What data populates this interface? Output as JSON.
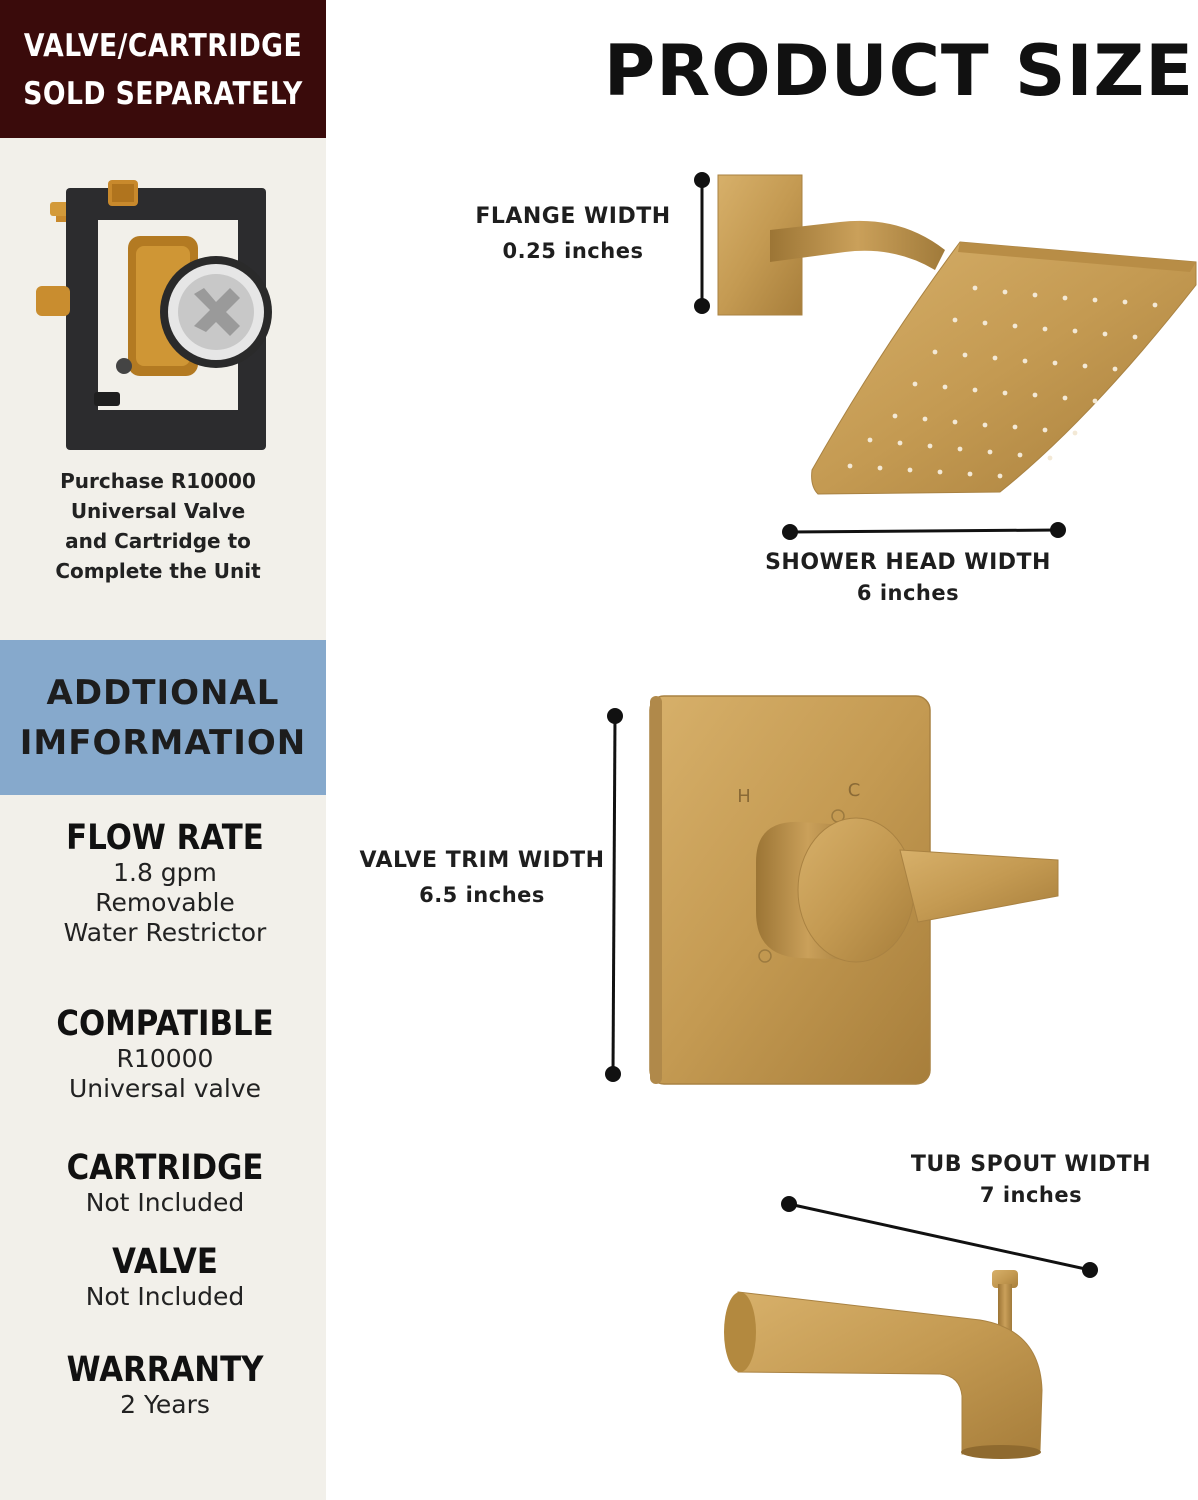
{
  "banner": {
    "line1": "VALVE/CARTRIDGE",
    "line2": "SOLD SEPARATELY"
  },
  "purchase_note": [
    "Purchase R10000",
    "Universal Valve",
    "and Cartridge to",
    "Complete the Unit"
  ],
  "info_header": {
    "line1": "ADDTIONAL",
    "line2": "IMFORMATION"
  },
  "specs": [
    {
      "heading": "FLOW RATE",
      "values": [
        "1.8 gpm",
        "Removable",
        "Water Restrictor"
      ]
    },
    {
      "heading": "COMPATIBLE",
      "values": [
        "R10000",
        "Universal valve"
      ]
    },
    {
      "heading": "CARTRIDGE",
      "values": [
        "Not Included"
      ]
    },
    {
      "heading": "VALVE",
      "values": [
        "Not Included"
      ]
    },
    {
      "heading": "WARRANTY",
      "values": [
        "2 Years"
      ]
    }
  ],
  "title": "PRODUCT SIZE",
  "dimensions": {
    "flange": {
      "label": "FLANGE WIDTH",
      "value": "0.25 inches"
    },
    "shower_head": {
      "label": "SHOWER HEAD WIDTH",
      "value": "6 inches"
    },
    "valve_trim": {
      "label": "VALVE TRIM WIDTH",
      "value": "6.5 inches"
    },
    "tub_spout": {
      "label": "TUB SPOUT WIDTH",
      "value": "7 inches"
    }
  },
  "valve_handle_marks": {
    "hot": "H",
    "cold": "C"
  },
  "colors": {
    "banner": "#3a0b0b",
    "info_header": "#86a9cc",
    "sidebar": "#f2f0ea",
    "brushed_gold": "#c49a52"
  }
}
